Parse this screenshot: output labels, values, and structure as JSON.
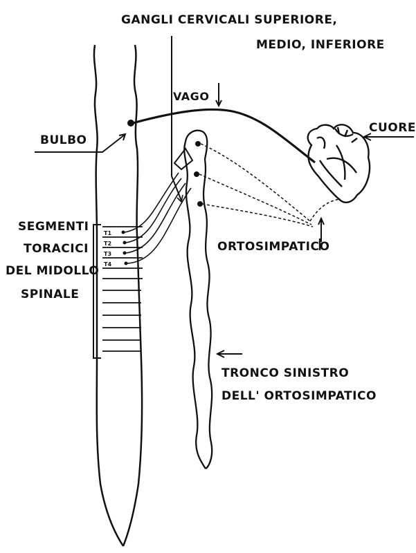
{
  "labels": {
    "gangli_line1": "GANGLI CERVICALI SUPERIORE,",
    "gangli_line2": "MEDIO, INFERIORE",
    "vago": "VAGO",
    "bulbo": "BULBO",
    "cuore": "CUORE",
    "segmenti_line1": "SEGMENTI",
    "segmenti_line2": "TORACICI",
    "segmenti_line3": "DEL MIDOLLO",
    "segmenti_line4": "SPINALE",
    "ortosimpatico": "ORTOSIMPATICO",
    "tronco_line1": "TRONCO SINISTRO",
    "tronco_line2": "DELL' ORTOSIMPATICO"
  },
  "segment_tags": [
    "T1",
    "T2",
    "T3",
    "T4"
  ],
  "colors": {
    "ink": "#111111",
    "background": "#ffffff"
  }
}
